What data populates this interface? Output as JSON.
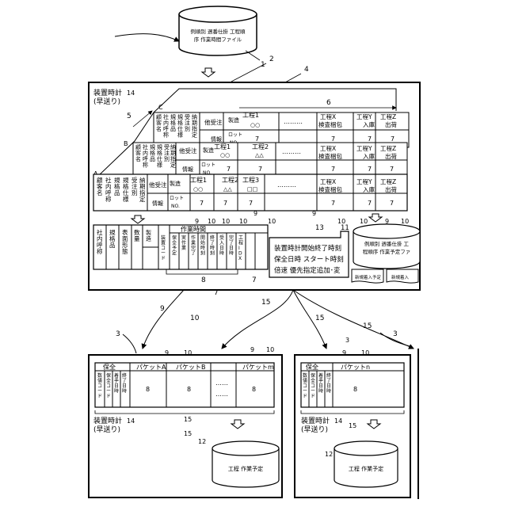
{
  "db_top": {
    "line1": "例順別 週番仕掛 工程順",
    "line2": "序 作業時間ファイル"
  },
  "refs": {
    "r1": "1",
    "r2": "2",
    "r3a": "3",
    "r3b": "3",
    "r3c": "3",
    "r4": "4",
    "r5": "5",
    "r6": "6",
    "r7a": "7",
    "r7b": "7",
    "r8a": "8",
    "r8b": "8",
    "r9a": "9",
    "r10a": "10",
    "r11": "11",
    "r12a": "12",
    "r12b": "12",
    "r13": "13",
    "r14a": "14",
    "r14b": "14",
    "r14c": "14",
    "r15a": "15",
    "r15b": "15",
    "r15c": "15",
    "r15d": "15",
    "letters": {
      "a": "A",
      "b": "B",
      "c": "C"
    }
  },
  "clock": {
    "title": "装置時計",
    "sub": "(早送り)"
  },
  "main_table": {
    "kind": "他受注",
    "make": "製造",
    "info": "情報",
    "lot": "ロット",
    "no": "NO.",
    "proc1": "工程1",
    "proc2": "工程2",
    "proc3": "工程3",
    "circ": "○○",
    "tri": "△△",
    "sq": "□□",
    "val": "7",
    "procX": "工程X",
    "procY": "工程Y",
    "procZ": "工程Z",
    "x_sub": "検査梱包",
    "y_sub": "入庫",
    "z_sub": "出荷",
    "dots": "………",
    "vlabels": [
      "顧客名",
      "社内呼称",
      "規格品",
      "規格仕様",
      "受注別",
      "納期指定"
    ]
  },
  "lower_table": {
    "h_time": "作業時間",
    "cols": [
      "社内呼称",
      "規格品",
      "表面形態",
      "数量",
      "製造ロットNO."
    ],
    "sub": [
      "装置コード",
      "保全予定",
      "実作業",
      "作業完了",
      "開始時刻",
      "終了時刻",
      "受入日時",
      "完了日時",
      "工程IDX"
    ]
  },
  "note": {
    "line1": "装置時計開始終了時刻",
    "line2": "保全日時 スタート時刻",
    "line3": "倍速 優先指定追加･変"
  },
  "db_mid": {
    "line1": "例順別 週番仕掛 工",
    "line2": "程順序 作業予定ファ"
  },
  "tabs": {
    "t1": "新規着入予定",
    "t2": "新規着入"
  },
  "left_panel": {
    "hoshu": "保全",
    "packets": [
      "パケットA",
      "パケットB",
      "パケットm"
    ],
    "val": "8",
    "dots": "……",
    "vcols": [
      "数値コード",
      "保全コード",
      "着手日時",
      "終了日時"
    ],
    "db_label": "工程  作業予定"
  },
  "right_panel": {
    "hoshu": "保全",
    "packet": "パケットn",
    "val": "8",
    "db_label": "工程  作業予定"
  }
}
